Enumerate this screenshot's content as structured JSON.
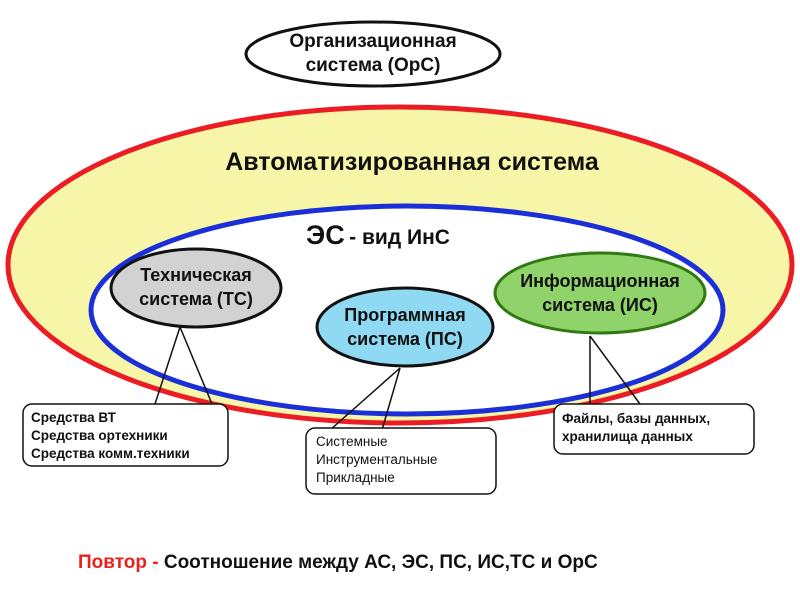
{
  "colors": {
    "outer_fill": "#f7f6a8",
    "outer_border": "#ec1c24",
    "es_border": "#1b2fd9",
    "ts_fill": "#d2d2d2",
    "ps_fill": "#8fd9f2",
    "is_fill": "#8fd36a",
    "is_border": "#2f7a12",
    "accent_text": "#e8231b"
  },
  "ors": {
    "line1": "Организационная",
    "line2": "система (ОрС)"
  },
  "as_title": "Автоматизированная система",
  "es": {
    "main": "ЭС",
    "rest": "- вид ИнС"
  },
  "ts": {
    "line1": "Техническая",
    "line2": "система (ТС)"
  },
  "ps": {
    "line1": "Программная",
    "line2": "система (ПС)"
  },
  "is": {
    "line1": "Информационная",
    "line2": "система (ИС)"
  },
  "ts_callout": [
    "Средства ВТ",
    "Средства ортехники",
    "Средства комм.техники"
  ],
  "ps_callout": [
    "Системные",
    "Инструментальные",
    "Прикладные"
  ],
  "is_callout": [
    "Файлы, базы данных,",
    "хранилища данных"
  ],
  "caption": {
    "prefix": "Повтор",
    "dash": " - ",
    "text": "Соотношение между АС, ЭС, ПС, ИС,ТС и ОрС"
  }
}
